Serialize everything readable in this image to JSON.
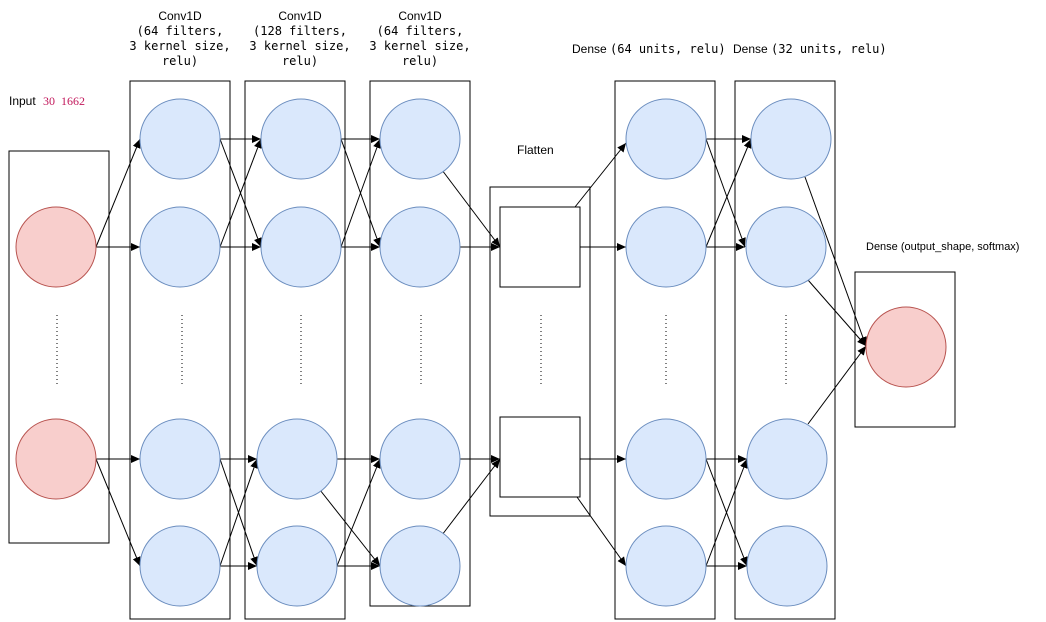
{
  "labels": {
    "input": {
      "prefix": "Input",
      "shape": "30  1662"
    },
    "conv1": {
      "title": "Conv1D",
      "line1": "(64 filters,",
      "line2": "3 kernel size,",
      "line3": "relu)"
    },
    "conv2": {
      "title": "Conv1D",
      "line1": "(128 filters,",
      "line2": "3 kernel size,",
      "line3": "relu)"
    },
    "conv3": {
      "title": "Conv1D",
      "line1": "(64 filters,",
      "line2": "3 kernel size,",
      "line3": "relu)"
    },
    "flatten": "Flatten",
    "dense64": {
      "prefix": "Dense",
      "rest": "(64 units, relu)"
    },
    "dense32": {
      "prefix": "Dense",
      "rest": "(32 units, relu)"
    },
    "output": "Dense (output_shape, softmax)"
  },
  "colors": {
    "input_node_fill": "#f8cecc",
    "input_node_stroke": "#b85450",
    "hidden_node_fill": "#dae8fc",
    "hidden_node_stroke": "#6c8ebf",
    "shape_text": "#c2185b"
  }
}
